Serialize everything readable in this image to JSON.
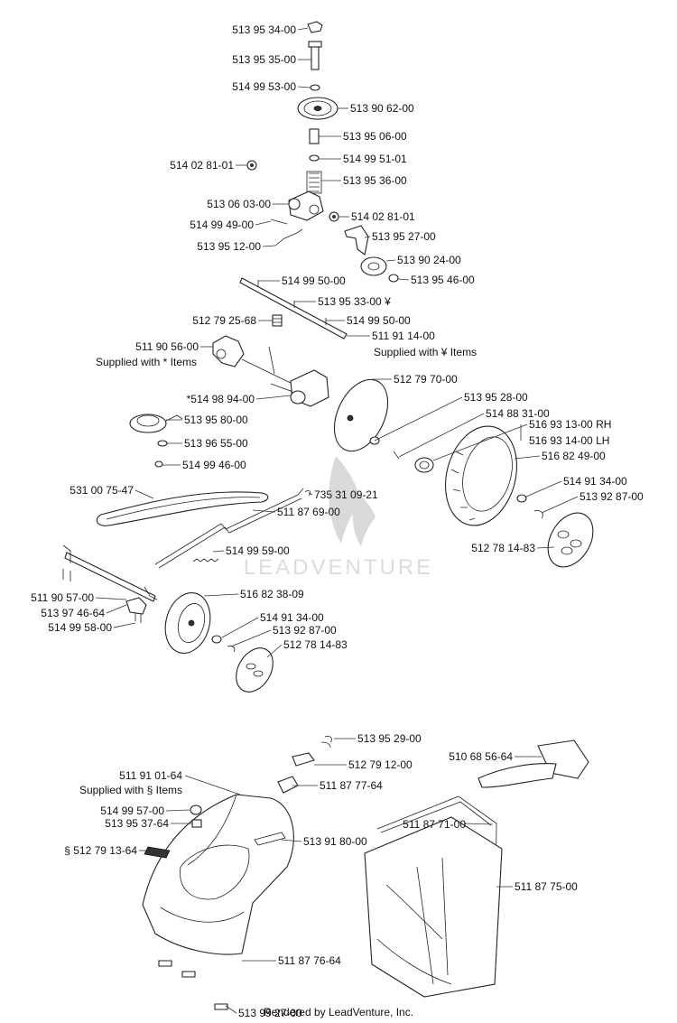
{
  "watermark": "LEADVENTURE",
  "footer": "Rendered by LeadVenture, Inc.",
  "callouts": {
    "c1": "513 95 34-00",
    "c2": "513 95 35-00",
    "c3": "514 99 53-00",
    "c4": "513 90 62-00",
    "c5": "513 95 06-00",
    "c6": "514 99 51-01",
    "c7": "514 02 81-01",
    "c8": "513 95 36-00",
    "c9": "513 06 03-00",
    "c10": "514 02 81-01",
    "c11": "514 99 49-00",
    "c12": "513 95 27-00",
    "c13": "513 95 12-00",
    "c14": "513 90 24-00",
    "c15": "513 95 46-00",
    "c16": "514 99 50-00",
    "c17": "513 95 33-00 ¥",
    "c18": "512 79 25-68",
    "c19": "514 99 50-00",
    "c20": "511 90 56-00",
    "c20b": "Supplied with * Items",
    "c21": "511 91 14-00",
    "c21b": "Supplied with ¥ Items",
    "c22": "512 79 70-00",
    "c23": "*514 98 94-00",
    "c24": "513 95 28-00",
    "c25": "513 95 80-00",
    "c26": "514 88 31-00",
    "c27": "516 93 13-00 RH",
    "c28": "513 96 55-00",
    "c29": "516 93 14-00 LH",
    "c30": "516 82 49-00",
    "c31": "514 99 46-00",
    "c32": "514 91 34-00",
    "c33": "531 00 75-47",
    "c34": "735 31 09-21",
    "c35": "513 92 87-00",
    "c36": "511 87 69-00",
    "c37": "512 78 14-83",
    "c38": "514 99 59-00",
    "c39": "511 90 57-00",
    "c40": "516 82 38-09",
    "c41": "513 97 46-64",
    "c42": "514 91 34-00",
    "c43": "514 99 58-00",
    "c44": "513 92 87-00",
    "c45": "512 78 14-83",
    "c46": "513 95 29-00",
    "c47": "510 68 56-64",
    "c48": "512 79 12-00",
    "c49": "511 91 01-64",
    "c49b": "Supplied with § Items",
    "c50": "511 87 77-64",
    "c51": "514 99 57-00",
    "c52": "513 95 37-64",
    "c53": "511 87 71-00",
    "c54": "§ 512 79 13-64",
    "c55": "513 91 80-00",
    "c56": "511 87 75-00",
    "c57": "511 87 76-64",
    "c58": "513 99 27-00"
  }
}
